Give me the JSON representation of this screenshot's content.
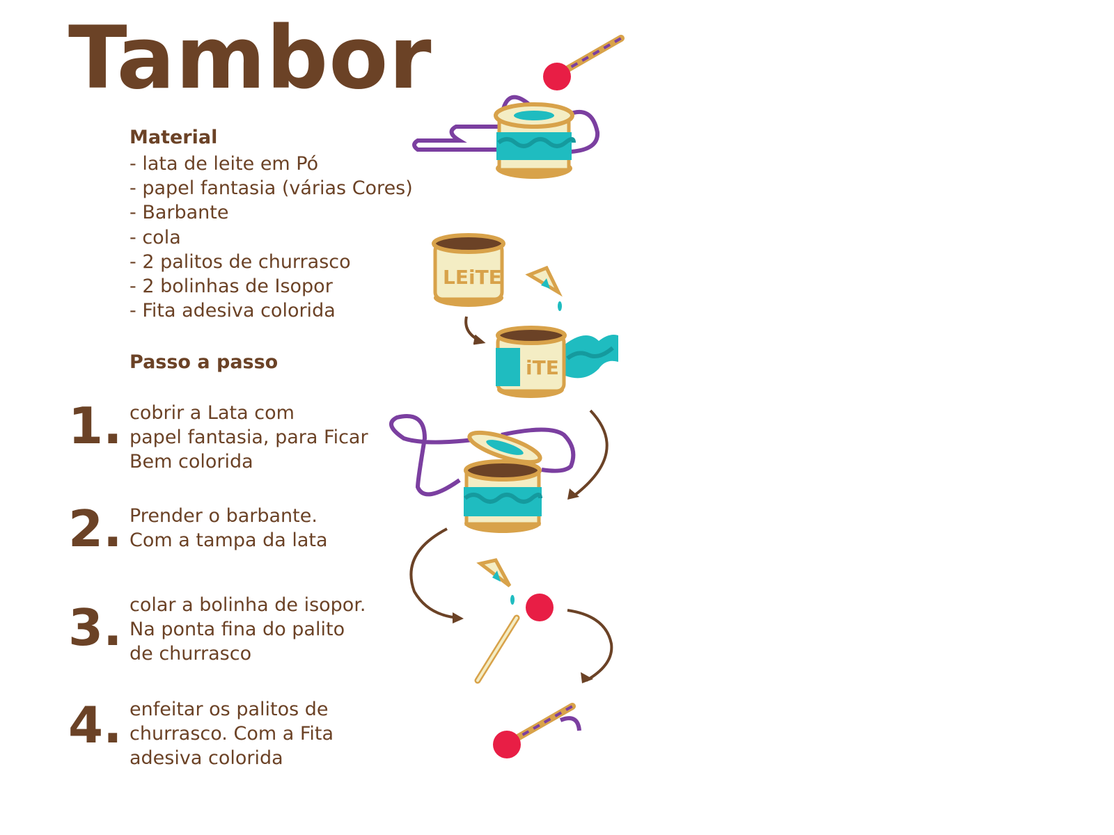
{
  "title": "Tambor",
  "material": {
    "heading": "Material",
    "items": [
      "- lata de leite em Pó",
      "- papel fantasia (várias Cores)",
      "- Barbante",
      "- cola",
      "- 2 palitos de churrasco",
      "- 2 bolinhas de Isopor",
      "- Fita adesiva colorida"
    ]
  },
  "steps_heading": "Passo a passo",
  "steps": [
    {
      "num": "1.",
      "lines": [
        "cobrir a Lata com",
        "papel fantasia, para Ficar",
        "Bem colorida"
      ]
    },
    {
      "num": "2.",
      "lines": [
        "Prender o barbante.",
        "Com a tampa da lata"
      ]
    },
    {
      "num": "3.",
      "lines": [
        "colar a bolinha de isopor.",
        "Na ponta fina do palito",
        "de churrasco"
      ]
    },
    {
      "num": "4.",
      "lines": [
        "enfeitar os palitos de",
        "churrasco. Com a Fita",
        "adesiva colorida"
      ]
    }
  ],
  "can_label": "LEiTE",
  "colors": {
    "brown": "#6b4226",
    "gold": "#d8a24a",
    "cream": "#f4edc4",
    "teal": "#1fbcc0",
    "purple": "#7b3fa0",
    "red": "#e81e45"
  }
}
